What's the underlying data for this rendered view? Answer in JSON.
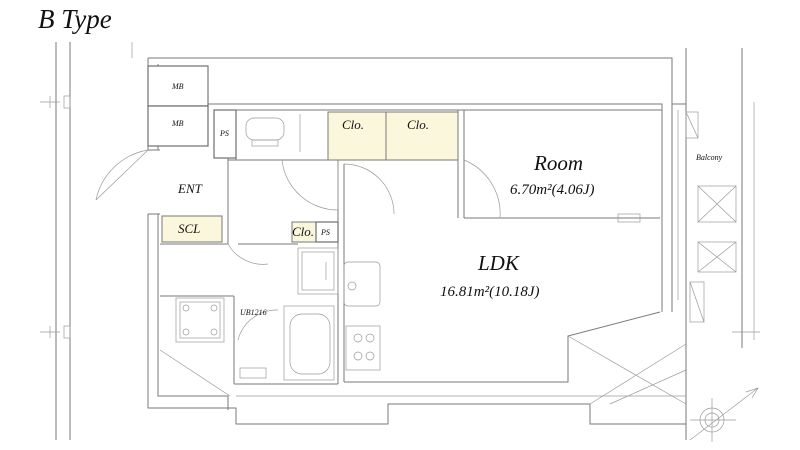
{
  "title": "B Type",
  "rooms": {
    "mb1": "MB",
    "mb2": "MB",
    "ps1": "PS",
    "clo1": "Clo.",
    "clo2": "Clo.",
    "ent": "ENT",
    "scl": "SCL",
    "clo3": "Clo.",
    "ps2": "PS",
    "ub": "UB1216",
    "room": "Room",
    "room_area": "6.70m²(4.06J)",
    "ldk": "LDK",
    "ldk_area": "16.81m²(10.18J)",
    "balcony": "Balcony"
  },
  "icons": {
    "compass": "north-compass-icon",
    "toilet": "toilet-icon",
    "bathtub": "bathtub-icon",
    "stove": "stove-icon",
    "sink": "sink-icon"
  },
  "colors": {
    "closet_fill": "#fbf7dc",
    "line": "#7a7a7a"
  }
}
